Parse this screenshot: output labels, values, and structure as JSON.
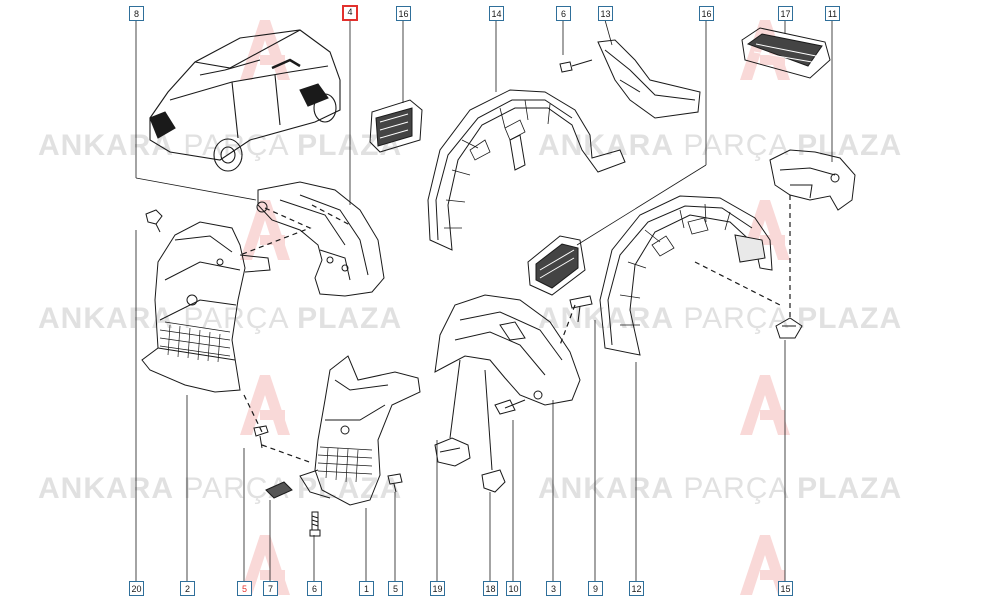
{
  "diagram": {
    "callouts_top": [
      "8",
      "4",
      "16",
      "14",
      "6",
      "13",
      "16",
      "17",
      "11"
    ],
    "callouts_bottom": [
      "20",
      "2",
      "5",
      "7",
      "6",
      "1",
      "5",
      "19",
      "18",
      "10",
      "3",
      "9",
      "12",
      "15"
    ],
    "highlighted": "4"
  },
  "watermark": {
    "word1": "ANKARA",
    "word2": "PARÇA",
    "word3": "PLAZA"
  },
  "colors": {
    "line": "#1a1a1a",
    "callout_border": "#2f6f9a",
    "highlight": "#e2312d",
    "watermark": "#c9c9c9"
  }
}
